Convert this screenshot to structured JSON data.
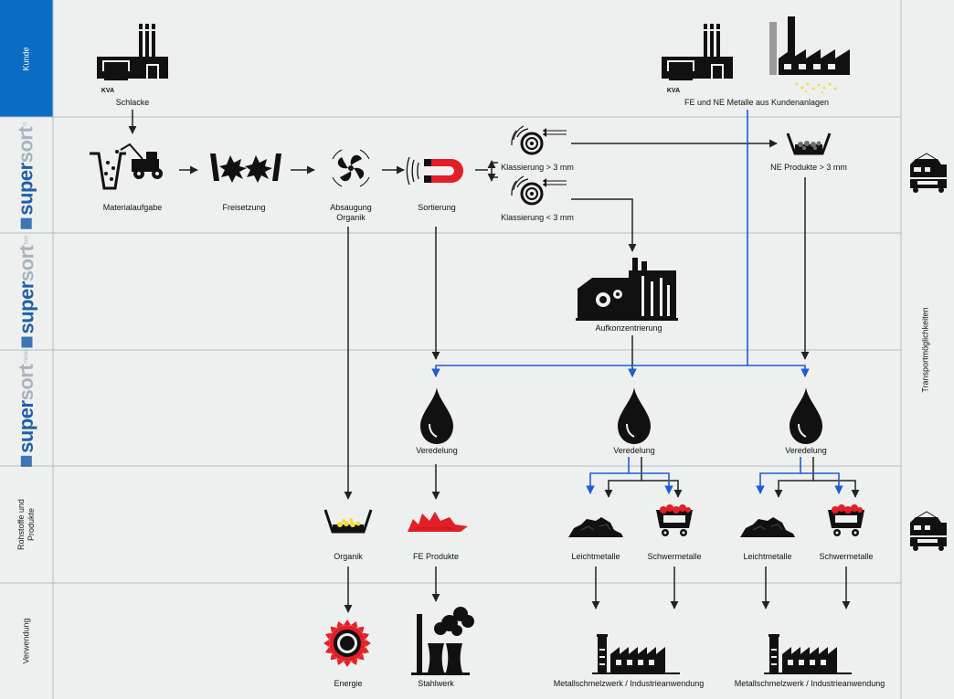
{
  "rows": {
    "kunde": "Kunde",
    "rohstoffe": "Rohstoffe und Produkte",
    "verwendung": "Verwendung"
  },
  "brands": [
    {
      "part1": "super",
      "part2": "sort",
      "sup": "®"
    },
    {
      "part1": "super",
      "part2": "sort",
      "sup": "fam"
    },
    {
      "part1": "super",
      "part2": "sort",
      "sup": "metal"
    }
  ],
  "transport": "Transportmöglichkeiten",
  "kva": "KVA",
  "labels": {
    "schlacke": "Schlacke",
    "fe_ne_kunden": "FE und NE Metalle aus Kundenanlagen",
    "materialaufgabe": "Materialaufgabe",
    "freisetzung": "Freisetzung",
    "absaugung": "Absaugung",
    "organik_small": "Organik",
    "sortierung": "Sortierung",
    "klass_gt": "Klassierung > 3 mm",
    "klass_lt": "Klassierung < 3 mm",
    "ne_produkte": "NE Produkte > 3 mm",
    "aufkonzentrierung": "Aufkonzentrierung",
    "veredelung": "Veredelung",
    "organik": "Organik",
    "fe_produkte": "FE Produkte",
    "leichtmetalle": "Leichtmetalle",
    "schwermetalle": "Schwermetalle",
    "energie": "Energie",
    "stahlwerk": "Stahlwerk",
    "metallschmelz": "Metallschmelzwerk / Industrieanwendung"
  },
  "colors": {
    "accent": "#0b6cc4",
    "blue_line": "#1e5bd8",
    "red": "#e41e26",
    "yellow": "#f2dc3a",
    "black": "#111111",
    "grid": "#b8bcbf",
    "bg": "#eef0f0"
  }
}
